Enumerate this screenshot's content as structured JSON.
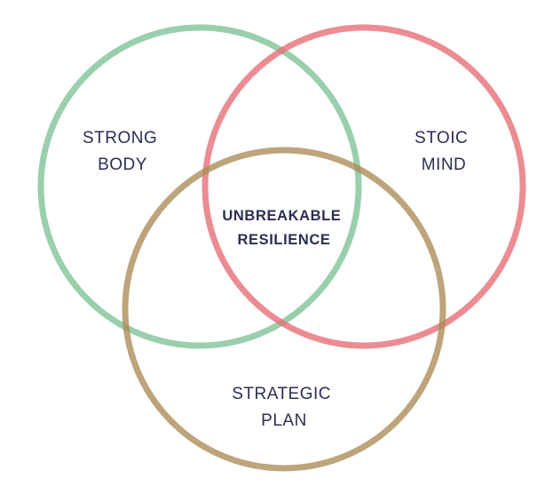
{
  "colors": {
    "body": "#7cc295",
    "mind": "#e66c75",
    "plan": "#ab8b55",
    "text": "#2b2e52",
    "background": "#ffffff"
  },
  "sets": [
    {
      "id": "body",
      "lines": [
        "STRONG",
        "BODY"
      ]
    },
    {
      "id": "mind",
      "lines": [
        "STOIC",
        "MIND"
      ]
    },
    {
      "id": "plan",
      "lines": [
        "STRATEGIC",
        "PLAN"
      ]
    }
  ],
  "center": {
    "lines": [
      "UNBREAKABLE",
      "RESILIENCE"
    ]
  }
}
